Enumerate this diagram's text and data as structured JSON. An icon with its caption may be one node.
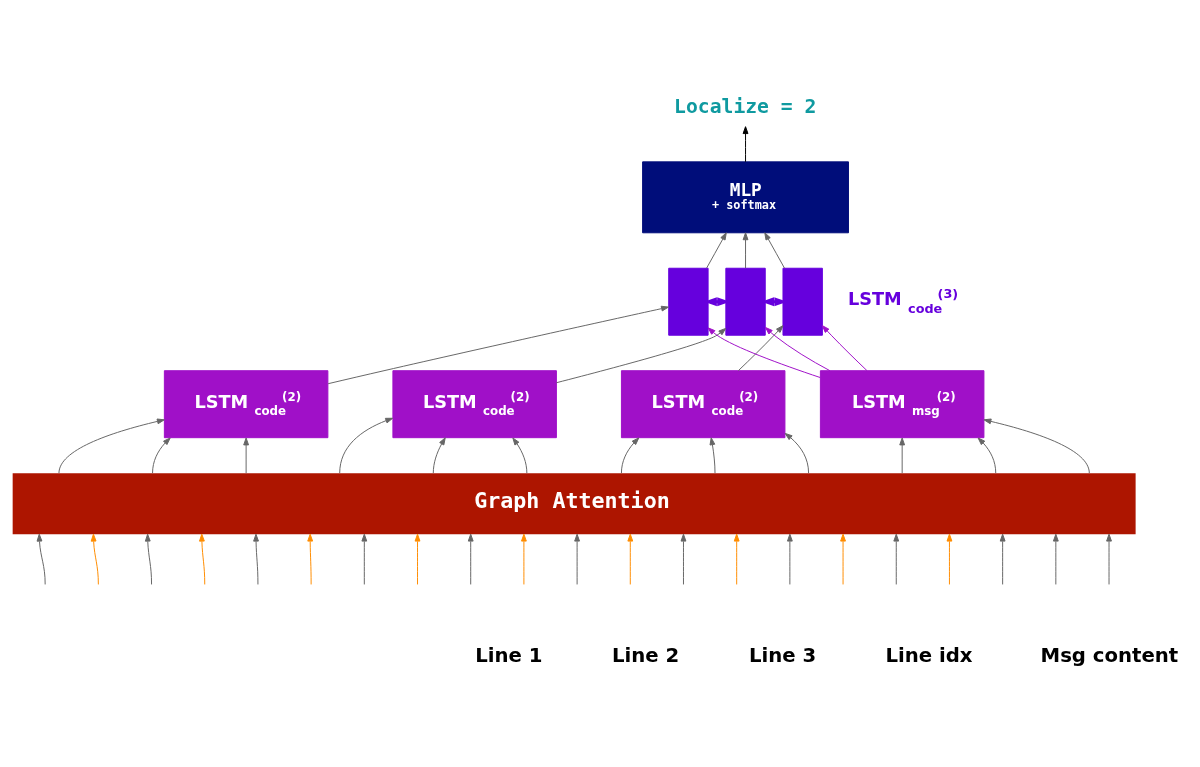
{
  "diagram": {
    "nodes": [
      {
        "text": [
          "Localize = 2"
        ]
      },
      {
        "text": [
          "MLP",
          "+ softmax"
        ]
      },
      {
        "text": [],
        "shape": "box"
      },
      {
        "text": [],
        "shape": "box"
      },
      {
        "text": [],
        "shape": "box",
        "beside": [
          "LSTM $_{code}$$^{(3)}$"
        ]
      },
      {
        "text": [
          "LSTM $_{code}$$^{(2)}$"
        ]
      },
      {
        "text": [
          "LSTM $_{code}$$^{(2)}$"
        ]
      },
      {
        "text": [
          "LSTM $_{code}$$^{(2)}$"
        ]
      },
      {
        "text": [
          "LSTM $_{msg}$$^{(2)}$"
        ]
      },
      {
        "text": [
          "Graph Attention"
        ]
      }
    ],
    "edges": [
      {
        "from": 9,
        "to": 5,
        "arrow": "to"
      },
      {
        "from": 9,
        "to": 5,
        "arrow": "to"
      },
      {
        "from": 9,
        "to": 5,
        "arrow": "to"
      },
      {
        "from": 9,
        "to": 6,
        "arrow": "to"
      },
      {
        "from": 9,
        "to": 6,
        "arrow": "to"
      },
      {
        "from": 9,
        "to": 6,
        "arrow": "to"
      },
      {
        "from": 9,
        "to": 7,
        "arrow": "to"
      },
      {
        "from": 9,
        "to": 7,
        "arrow": "to"
      },
      {
        "from": 9,
        "to": 7,
        "arrow": "to"
      },
      {
        "from": 9,
        "to": 8,
        "arrow": "to"
      },
      {
        "from": 9,
        "to": 8,
        "arrow": "to"
      },
      {
        "from": 9,
        "to": 8,
        "arrow": "to"
      },
      {
        "from": null,
        "to": 9,
        "arrow": "to"
      },
      {
        "from": null,
        "to": 9,
        "arrow": "to",
        "color": "#ff8c00"
      },
      {
        "from": null,
        "to": 9,
        "arrow": "to"
      },
      {
        "from": null,
        "to": 9,
        "arrow": "to",
        "color": "#ff8c00"
      },
      {
        "from": null,
        "to": 9,
        "arrow": "to"
      },
      {
        "from": null,
        "to": 9,
        "arrow": "to",
        "color": "#ff8c00"
      },
      {
        "from": null,
        "to": 9,
        "arrow": "to"
      },
      {
        "from": null,
        "to": 9,
        "arrow": "to",
        "color": "#ff8c00"
      },
      {
        "from": null,
        "to": 9,
        "arrow": "to"
      },
      {
        "from": null,
        "to": 9,
        "arrow": "to",
        "color": "#ff8c00"
      },
      {
        "from": null,
        "to": 9,
        "arrow": "to"
      },
      {
        "from": null,
        "to": 9,
        "arrow": "to",
        "color": "#ff8c00"
      },
      {
        "from": null,
        "to": 9,
        "arrow": "to"
      },
      {
        "from": null,
        "to": 9,
        "arrow": "to",
        "color": "#ff8c00"
      },
      {
        "from": null,
        "to": 9,
        "arrow": "to"
      },
      {
        "from": null,
        "to": 9,
        "arrow": "to",
        "color": "#ff8c00"
      },
      {
        "from": null,
        "to": 9,
        "arrow": "to"
      },
      {
        "from": null,
        "to": 9,
        "arrow": "to",
        "color": "#ff8c00"
      },
      {
        "from": null,
        "to": 9,
        "arrow": "to"
      },
      {
        "from": null,
        "to": 9,
        "arrow": "to"
      },
      {
        "from": null,
        "to": 9,
        "arrow": "to"
      },
      {
        "from": 5,
        "to": 2,
        "arrow": "to"
      },
      {
        "from": 6,
        "to": 3,
        "arrow": "to"
      },
      {
        "from": 7,
        "to": 4,
        "arrow": "to"
      },
      {
        "from": 8,
        "to": 2,
        "arrow": "to",
        "color": "#a010c8"
      },
      {
        "from": 8,
        "to": 3,
        "arrow": "to",
        "color": "#a010c8"
      },
      {
        "from": 8,
        "to": 4,
        "arrow": "to",
        "color": "#a010c8"
      },
      {
        "from": 2,
        "to": 3,
        "arrow": "both",
        "style": "thick",
        "color": "#6600dd"
      },
      {
        "from": 3,
        "to": 4,
        "arrow": "both",
        "style": "thick",
        "color": "#6600dd"
      },
      {
        "from": 2,
        "to": 1,
        "arrow": "to"
      },
      {
        "from": 3,
        "to": 1,
        "arrow": "to"
      },
      {
        "from": 4,
        "to": 1,
        "arrow": "to"
      },
      {
        "from": 1,
        "to": 0,
        "arrow": "to",
        "color": "#000000"
      }
    ],
    "labels": [
      "Line 1",
      "Line 2",
      "Line 3",
      "Line idx",
      "Msg content"
    ]
  }
}
